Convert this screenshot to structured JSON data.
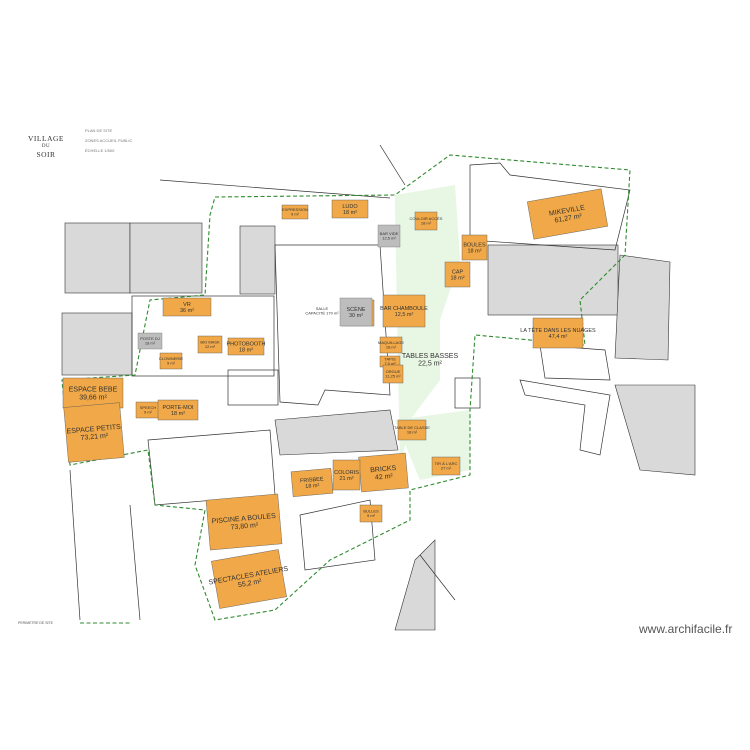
{
  "logo": {
    "line1": "VILLAGE",
    "line2": "DU",
    "line3": "SOIR"
  },
  "header_lines": [
    "PLAN DE SITE",
    "ZONES ACCUEIL PUBLIC",
    "ÉCHELLE 1/500"
  ],
  "watermark": "www.archifacile.fr",
  "legend_text": "PERIMETRE DE SITE",
  "colors": {
    "zone": "#F0A848",
    "boundary": "#2E8B2E",
    "green": "#E8F6E4",
    "gray": "#D9D9D9",
    "wall": "#333333"
  },
  "zones": [
    {
      "name": "EXPRESSION",
      "area": "9 m²"
    },
    {
      "name": "LUDO",
      "area": "18 m²"
    },
    {
      "name": "COULOIR ACCÈS",
      "area": "18 m²"
    },
    {
      "name": "MIKEVILLE",
      "area": "61,27 m²"
    },
    {
      "name": "BOULES",
      "area": "18 m²"
    },
    {
      "name": "CAP",
      "area": "18 m²"
    },
    {
      "name": "VR",
      "area": "36 m²"
    },
    {
      "name": "SCÈNE",
      "area": "30 m²"
    },
    {
      "name": "BAR CHAMBOULE",
      "area": "12,5 m²"
    },
    {
      "name": "MAQUILLAGE",
      "area": "18 m²"
    },
    {
      "name": "LA TÊTE DANS LES NUAGES",
      "area": "47,4 m²"
    },
    {
      "name": "BIO MASK",
      "area": "12 m²"
    },
    {
      "name": "PHOTOBOOTH",
      "area": "18 m²"
    },
    {
      "name": "CLOWNERIE",
      "area": "9 m²"
    },
    {
      "name": "ESPACE BEBE",
      "area": "39,66 m²"
    },
    {
      "name": "ESPACE PETITS",
      "area": "73,21 m²"
    },
    {
      "name": "SPEECH",
      "area": "9 m²"
    },
    {
      "name": "PORTE-MOI",
      "area": "18 m²"
    },
    {
      "name": "TAPIS",
      "area": "7,5 m²"
    },
    {
      "name": "ORGUE",
      "area": "11,25 m²"
    },
    {
      "name": "TABLE DE CLASSE",
      "area": "18 m²"
    },
    {
      "name": "BRICKS",
      "area": "42 m²"
    },
    {
      "name": "COLORIS",
      "area": "21 m²"
    },
    {
      "name": "FRISBEE",
      "area": "18 m²"
    },
    {
      "name": "BULLES",
      "area": "9 m²"
    },
    {
      "name": "PISCINE A BOULES",
      "area": "73,80 m²"
    },
    {
      "name": "SPECTACLES ATELIERS",
      "area": "55,2 m²"
    },
    {
      "name": "TIR À L'ARC",
      "area": "27 m²"
    }
  ],
  "gray_zones": [
    {
      "name": "BAR VIDE",
      "area": "12,5 m²"
    },
    {
      "name": "SCÈNE",
      "area": "30 m²"
    },
    {
      "name": "POSTE DJ",
      "area": "18 m²"
    }
  ],
  "plain_labels": [
    {
      "name": "TABLES BASSES",
      "area": "22,5 m²"
    },
    {
      "name": "SALLE",
      "area": "CAPACITÉ 170 m²"
    }
  ]
}
